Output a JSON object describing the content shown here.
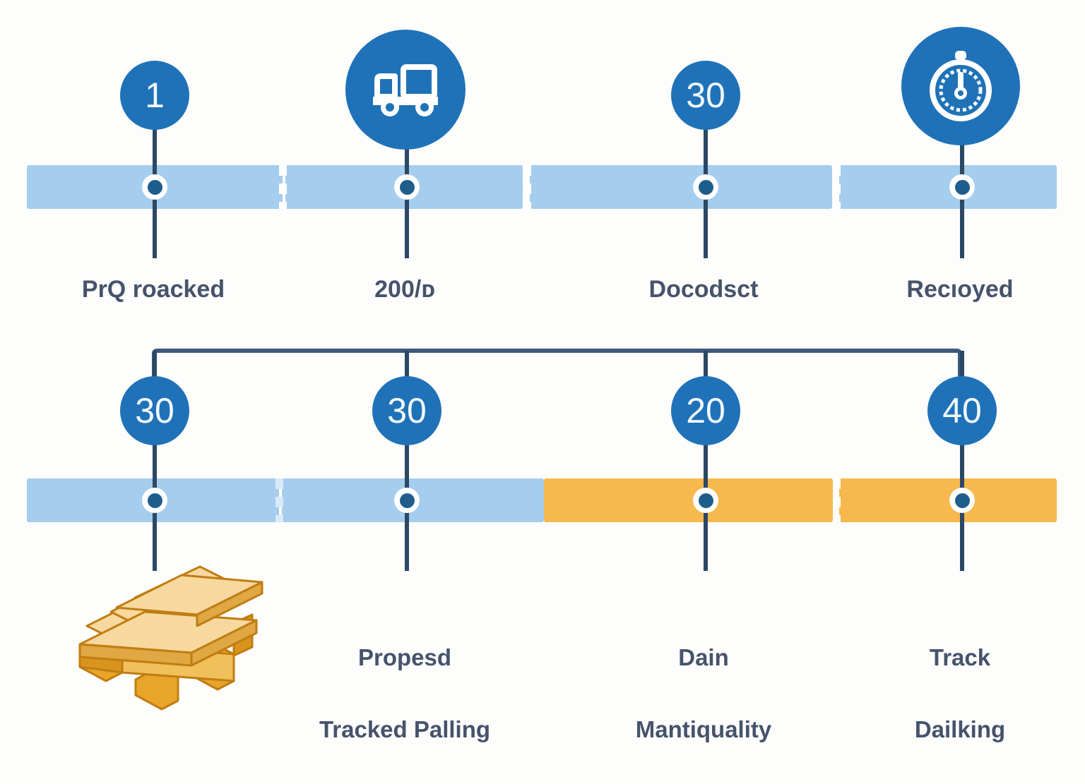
{
  "theme": {
    "background": "#fdfdfc",
    "marker_blue": "#1f72b8",
    "bar_blue": "#a5cdee",
    "bar_orange": "#f7b84e",
    "stem_navy": "#2b4865",
    "dot_navy": "#1f5d8c",
    "label_color": "#46536b"
  },
  "timeline_top": {
    "name": "top-timeline",
    "track_segments": [
      {
        "fill": "#a5cdee"
      },
      {
        "fill": "#a5cdee"
      },
      {
        "fill": "#a5cdee"
      },
      {
        "fill": "#a5cdee"
      }
    ],
    "milestones": [
      {
        "marker_type": "number",
        "marker_value": "1",
        "icon": null,
        "label": "PrQ roacked"
      },
      {
        "marker_type": "icon",
        "marker_value": "",
        "icon": "truck-icon",
        "label": "200/ᴅ"
      },
      {
        "marker_type": "number",
        "marker_value": "30",
        "icon": null,
        "label": "Docodsct"
      },
      {
        "marker_type": "icon",
        "marker_value": "",
        "icon": "stopwatch-icon",
        "label": "Recıoyed"
      }
    ]
  },
  "timeline_bottom": {
    "name": "bottom-timeline",
    "track_segments": [
      {
        "fill": "#a5cdee"
      },
      {
        "fill": "#a5cdee"
      },
      {
        "fill": "#f7b84e"
      },
      {
        "fill": "#f7b84e"
      }
    ],
    "milestones": [
      {
        "marker_type": "number",
        "marker_value": "30",
        "icon": "pallet-illustration",
        "label": ""
      },
      {
        "marker_type": "number",
        "marker_value": "30",
        "icon": null,
        "label_line1": "Propesd",
        "label_line2": "Tracked Palling"
      },
      {
        "marker_type": "number",
        "marker_value": "20",
        "icon": null,
        "label_line1": "Dain",
        "label_line2": "Mantiquality"
      },
      {
        "marker_type": "number",
        "marker_value": "40",
        "icon": null,
        "label_line1": "Track",
        "label_line2": "Dailking"
      }
    ]
  }
}
